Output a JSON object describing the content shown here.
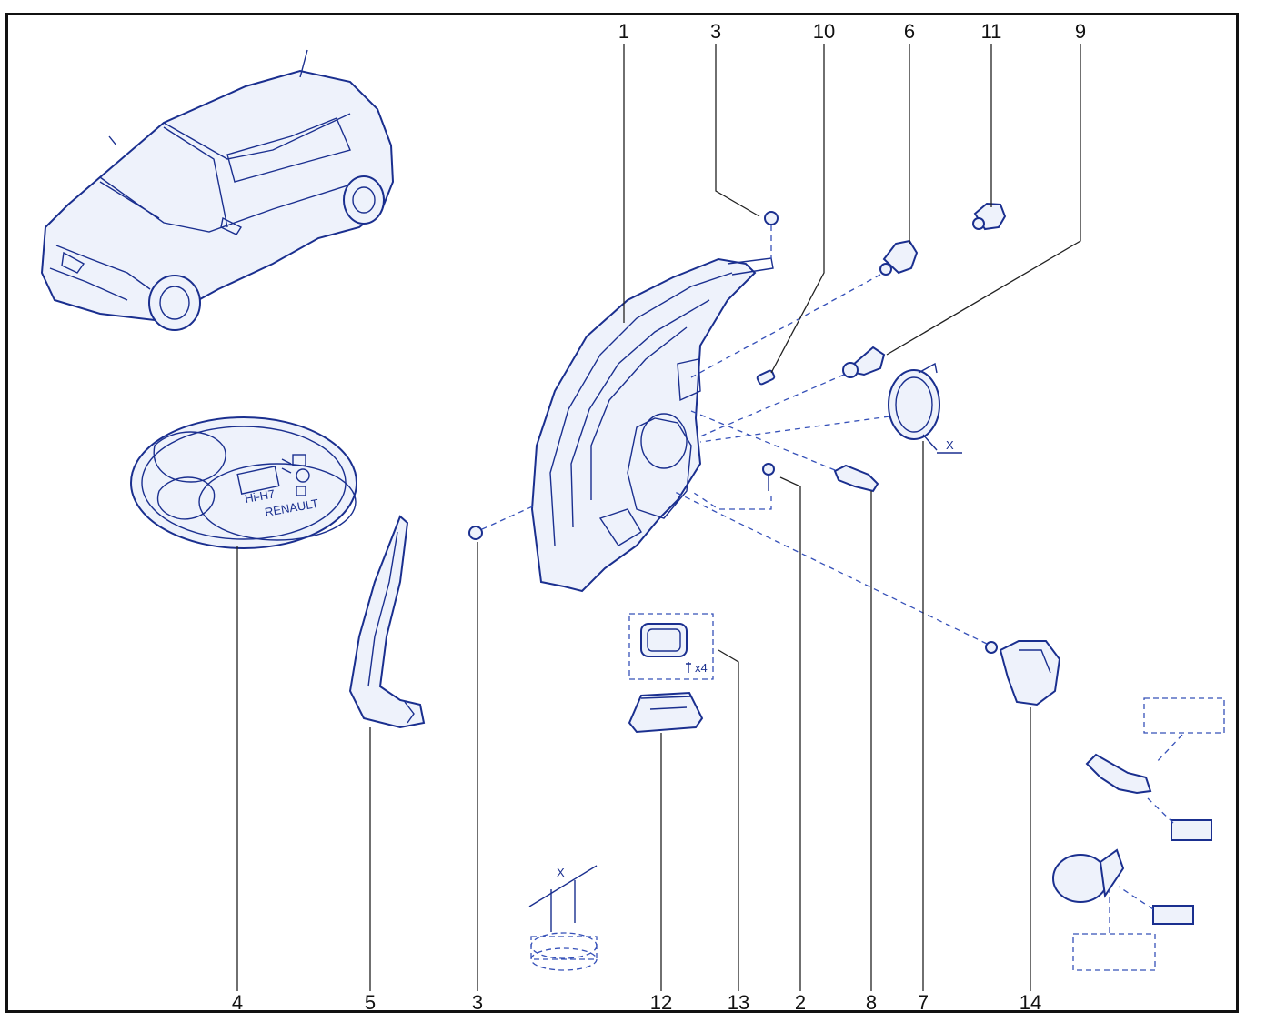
{
  "callouts": {
    "top": [
      "1",
      "3",
      "10",
      "6",
      "11",
      "9"
    ],
    "bottom": [
      "4",
      "5",
      "3",
      "12",
      "13",
      "2",
      "8",
      "7",
      "14"
    ]
  },
  "annotations": {
    "bulb_label": "Hi-H7",
    "bulb_brand": "RENAULT",
    "screw_count": "x4",
    "dimension_x_adjuster": "X",
    "dimension_x_detail": "X"
  },
  "colors": {
    "line_art": "#1a2f8f",
    "part_fill": "#eef2fb",
    "leader": "#222222",
    "frame": "#111111"
  },
  "icons": [
    "car-icon",
    "bulb-kit-icon",
    "headlamp-icon",
    "trim-strip-icon",
    "motor-icon",
    "ballast-icon",
    "gasket-icon"
  ]
}
